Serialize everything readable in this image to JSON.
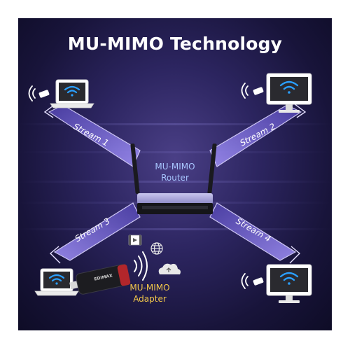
{
  "title": "MU-MIMO Technology",
  "streams": [
    "Stream 1",
    "Stream 2",
    "Stream 3",
    "Stream 4"
  ],
  "router": {
    "line1": "MU-MIMO",
    "line2": "Router"
  },
  "adapter": {
    "line1": "MU-MIMO",
    "line2": "Adapter",
    "brand": "EDIMAX"
  },
  "colors": {
    "background": "#1c1842",
    "stream_band": "#7b6cd8",
    "accent_label": "#f3c84a",
    "router_label": "#a8c6ff",
    "wifi": "#2aa0ff"
  },
  "icons": [
    "laptop-icon",
    "monitor-icon",
    "wifi-icon",
    "signal-waves-icon",
    "router-icon",
    "usb-adapter-icon",
    "video-icon",
    "globe-icon",
    "cloud-icon"
  ]
}
